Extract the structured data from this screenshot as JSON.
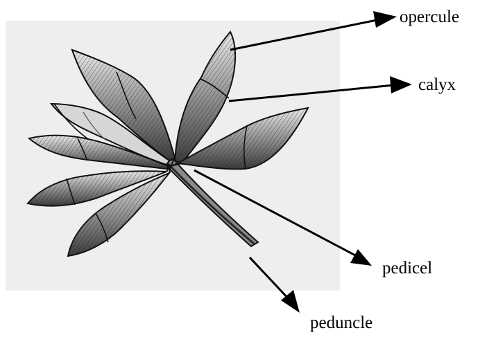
{
  "diagram": {
    "labels": {
      "opercule": "opercule",
      "calyx": "calyx",
      "pedicel": "pedicel",
      "peduncle": "peduncle"
    },
    "colors": {
      "ink": "#000000",
      "photo_background": "#eeeeee",
      "bud_fill": "#c4c4c4",
      "bud_dark": "#5a5a5a"
    },
    "icons": [
      "arrow-head-icon"
    ]
  }
}
